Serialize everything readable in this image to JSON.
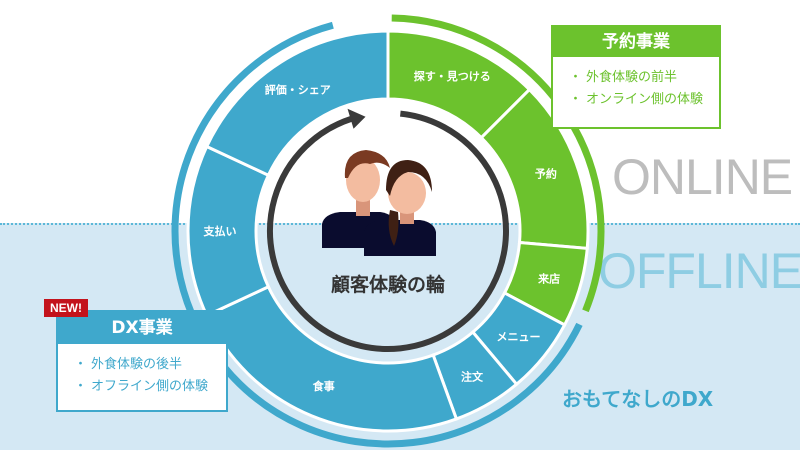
{
  "wheel": {
    "title": "顧客体験の輪",
    "segments": [
      {
        "label": "探す・見つける",
        "color": "#6cc22d"
      },
      {
        "label": "予約",
        "color": "#6cc22d"
      },
      {
        "label": "来店",
        "color": "#6cc22d"
      },
      {
        "label": "メニュー",
        "color": "#3fa8cc"
      },
      {
        "label": "注文",
        "color": "#3fa8cc"
      },
      {
        "label": "食事",
        "color": "#3fa8cc"
      },
      {
        "label": "支払い",
        "color": "#3fa8cc"
      },
      {
        "label": "評価・シェア",
        "color": "#3fa8cc"
      }
    ]
  },
  "zones": {
    "online": "ONLINE",
    "offline": "OFFLINE"
  },
  "reservation_box": {
    "title": "予約事業",
    "items": [
      "外食体験の前半",
      "オンライン側の体験"
    ]
  },
  "dx_box": {
    "badge": "NEW!",
    "title": "DX事業",
    "items": [
      "外食体験の後半",
      "オフライン側の体験"
    ]
  },
  "tagline": "おもてなしのDX",
  "colors": {
    "green": "#6cc22d",
    "blue": "#3fa8cc",
    "new_badge": "#c3131c"
  }
}
